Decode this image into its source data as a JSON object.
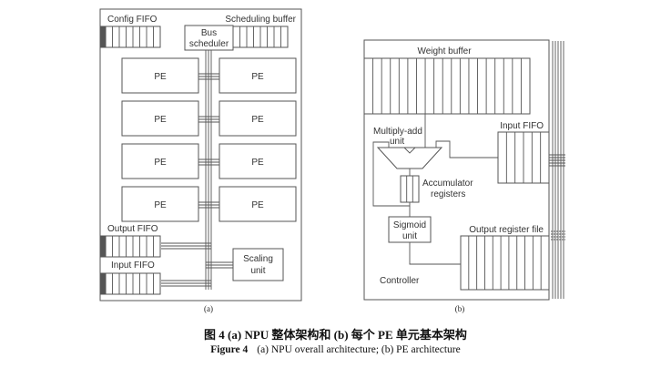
{
  "figure": {
    "panel_a": {
      "label": "(a)",
      "config_fifo": "Config FIFO",
      "scheduling_buffer": "Scheduling buffer",
      "bus_scheduler": [
        "Bus",
        "scheduler"
      ],
      "pe_label": "PE",
      "pe_count": 8,
      "output_fifo": "Output FIFO",
      "input_fifo": "Input FIFO",
      "scaling_unit": [
        "Scaling",
        "unit"
      ]
    },
    "panel_b": {
      "label": "(b)",
      "weight_buffer": "Weight buffer",
      "multiply_add": [
        "Multiply-add",
        "unit"
      ],
      "input_fifo": "Input FIFO",
      "accumulator": [
        "Accumulator",
        "registers"
      ],
      "sigmoid": [
        "Sigmoid",
        "unit"
      ],
      "output_register_file": "Output register file",
      "controller": "Controller"
    },
    "caption_cn": "图 4   (a) NPU 整体架构和 (b) 每个 PE 单元基本架构",
    "caption_en_prefix": "Figure 4",
    "caption_en": "(a) NPU overall architecture; (b) PE architecture"
  }
}
